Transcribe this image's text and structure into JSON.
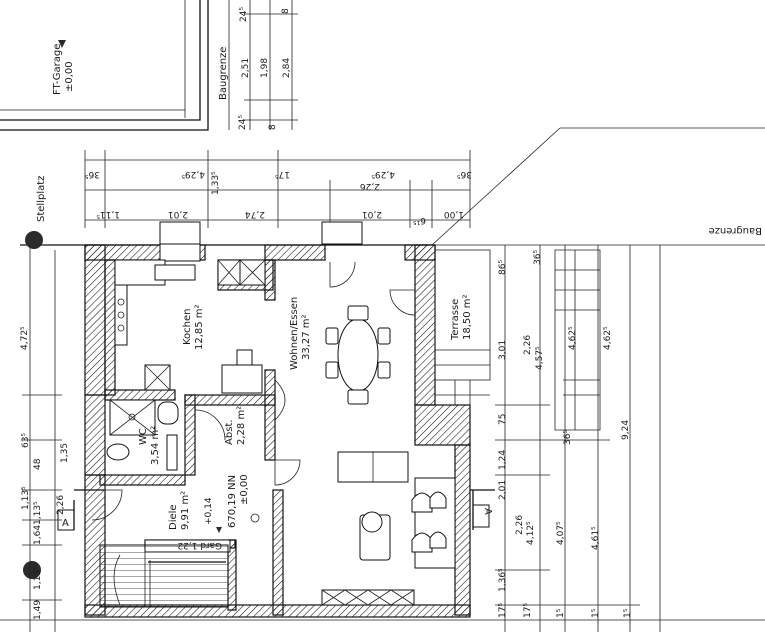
{
  "rooms": {
    "garage": {
      "name": "FT-Garage",
      "level": "±0,00"
    },
    "stellplatz": "Stellplatz",
    "kochen": {
      "name": "Kochen",
      "area": "12,85 m²"
    },
    "wohnen": {
      "name": "Wohnen/Essen",
      "area": "33,27 m²"
    },
    "abst": {
      "name": "Abst.",
      "area": "2,28 m²"
    },
    "wc": {
      "name": "WC",
      "area": "3,54 m²"
    },
    "diele": {
      "name": "Diele",
      "area": "9,91 m²"
    },
    "terrasse": {
      "name": "Terrasse",
      "area": "18,50 m²"
    }
  },
  "annotations": {
    "baugrenze_vertical": "Baugrenze",
    "baugrenze_horizontal": "Baugrenze",
    "level_a": "+0,14",
    "level_b": "670,19 NN",
    "level_c": "±0,00",
    "garderobe": "Gard 1,22",
    "section_left": "A",
    "section_right": "A"
  },
  "dimensions": {
    "top_right": [
      "24⁵",
      "8",
      "2,51",
      "1,98",
      "2,84",
      "24⁵",
      "8"
    ],
    "row1": [
      "36⁵",
      "4,29⁵",
      "1,33⁵",
      "17⁵",
      "4,29⁵",
      "36⁵"
    ],
    "row2": [
      "2,26"
    ],
    "row3": [
      "1,11⁵",
      "2,01",
      "2,74",
      "2,01",
      "6¹⁵",
      "1,00"
    ],
    "left_col1": [
      "4,72⁵",
      "48",
      "2,26",
      "1,64",
      "1,49"
    ],
    "left_col2": [
      "63⁵",
      "1,13⁵",
      "1,13⁵",
      "1,13⁵",
      "1,35"
    ],
    "right_col1": [
      "86⁵",
      "3,01",
      "75",
      "1,24",
      "2,01",
      "1,36⁵",
      "17⁵"
    ],
    "right_col2": [
      "36⁵",
      "2,26",
      "36⁵",
      "2,26",
      "17⁵"
    ],
    "right_col3": [
      "4,57⁵",
      "4,12⁵",
      "4,07⁵",
      "1⁵"
    ],
    "right_col4": [
      "4,62⁵",
      "4,61⁵",
      "1⁵"
    ],
    "right_col5": [
      "4,62⁵",
      "9,24",
      "1⁵"
    ]
  }
}
